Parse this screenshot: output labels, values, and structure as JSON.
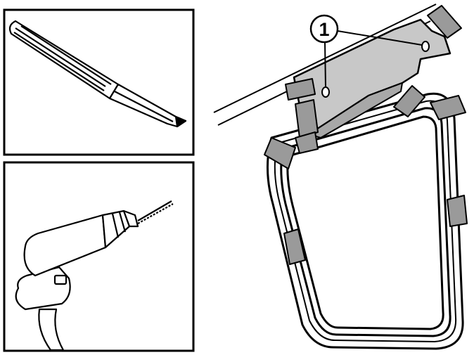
{
  "figure": {
    "panels": [
      {
        "id": "center-punch",
        "icon": "center-punch-icon"
      },
      {
        "id": "power-drill",
        "icon": "power-drill-icon"
      }
    ],
    "main_view": {
      "subject": "roof-rack-bracket-and-windshield-frame"
    },
    "callouts": [
      {
        "number": "1",
        "refers_to": "mounting-holes"
      }
    ],
    "colors": {
      "line": "#000000",
      "paper": "#ffffff",
      "plate": "#c8c8c8",
      "tape": "#9a9a9a"
    }
  }
}
